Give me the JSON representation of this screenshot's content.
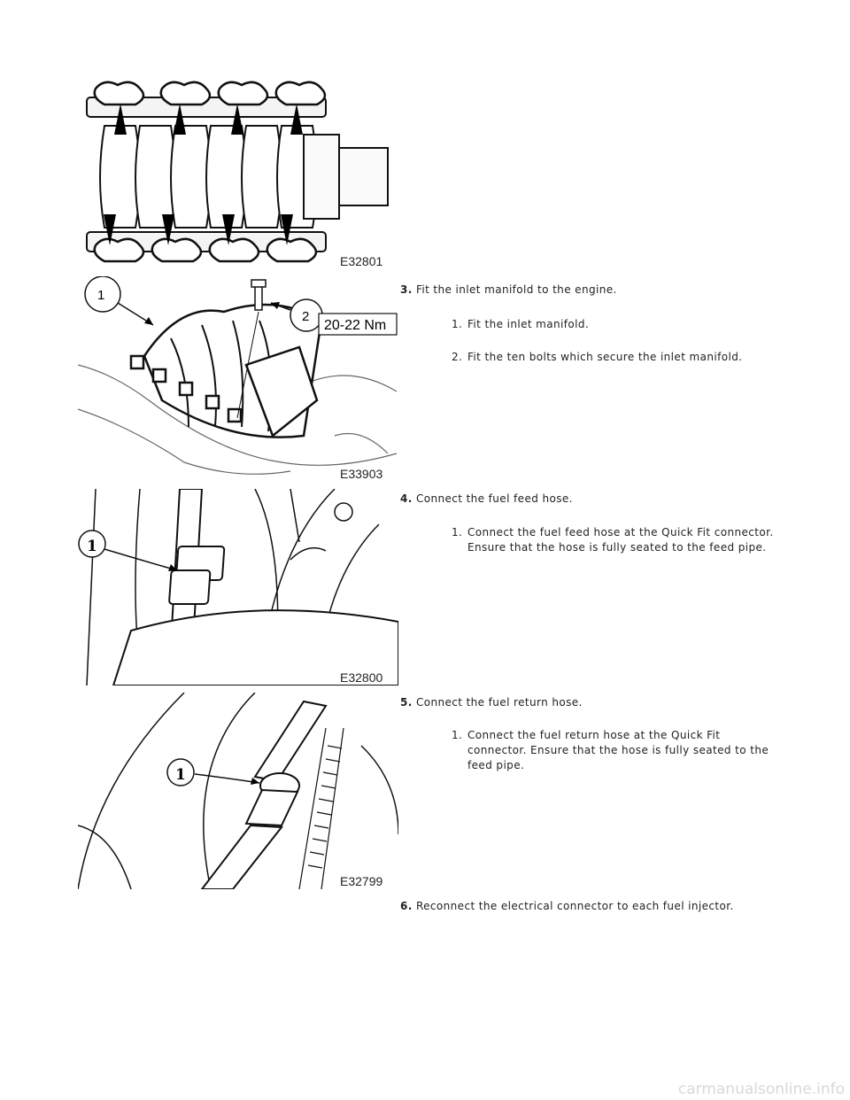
{
  "figures": [
    {
      "code": "E32801"
    },
    {
      "code": "E33903",
      "callouts": [
        "1",
        "2"
      ],
      "torque": "20-22 Nm"
    },
    {
      "code": "E32800",
      "callouts": [
        "1"
      ]
    },
    {
      "code": "E32799",
      "callouts": [
        "1"
      ]
    }
  ],
  "steps": [
    {
      "number": "3.",
      "text": "Fit the inlet manifold to the engine.",
      "subs": [
        {
          "n": "1.",
          "line1": "Fit the inlet manifold.",
          "line2": ""
        },
        {
          "n": "2.",
          "line1": "Fit the ten bolts which secure the inlet manifold.",
          "line2": ""
        }
      ]
    },
    {
      "number": "4.",
      "text": "Connect the fuel feed hose.",
      "subs": [
        {
          "n": "1.",
          "line1": "Connect the fuel feed hose at the Quick Fit connector.",
          "line2": "Ensure that the hose is fully seated to the feed pipe."
        }
      ]
    },
    {
      "number": "5.",
      "text": "Connect the fuel return hose.",
      "subs": [
        {
          "n": "1.",
          "line1": "Connect the fuel return hose at the Quick Fit",
          "line2": "connector. Ensure that the hose is fully seated to the",
          "line3": "feed pipe."
        }
      ]
    },
    {
      "number": "6.",
      "text": "Reconnect the electrical connector to each fuel injector."
    }
  ],
  "watermark": "carmanualsonline.info"
}
